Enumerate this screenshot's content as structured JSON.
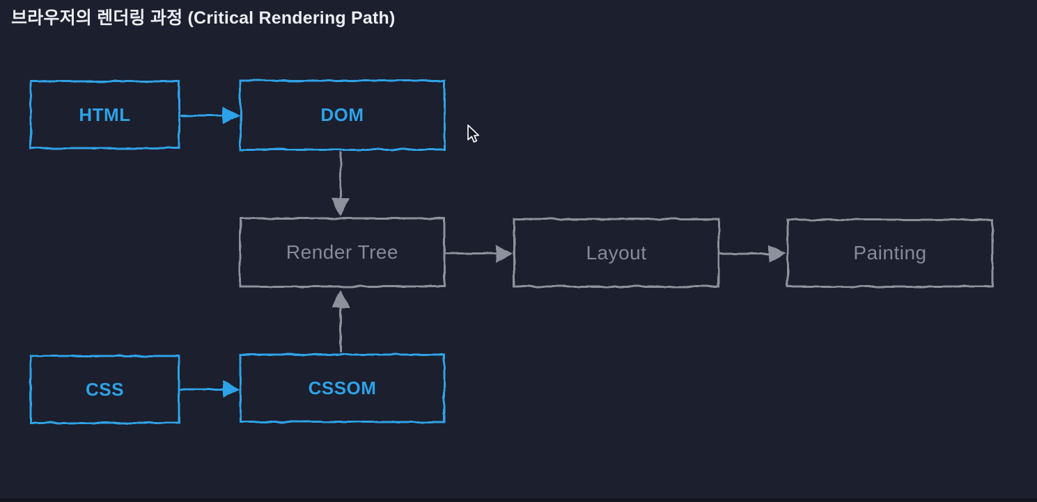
{
  "title": "브라우저의 렌더링 과정 (Critical Rendering Path)",
  "colors": {
    "background": "#1c1f2d",
    "accent_blue": "#2ea2e8",
    "muted_gray": "#8d919b",
    "title_text": "#eceef2"
  },
  "diagram": {
    "nodes": [
      {
        "id": "html",
        "label": "HTML",
        "style": "blue"
      },
      {
        "id": "dom",
        "label": "DOM",
        "style": "blue"
      },
      {
        "id": "render-tree",
        "label": "Render Tree",
        "style": "gray"
      },
      {
        "id": "layout",
        "label": "Layout",
        "style": "gray"
      },
      {
        "id": "painting",
        "label": "Painting",
        "style": "gray"
      },
      {
        "id": "css",
        "label": "CSS",
        "style": "blue"
      },
      {
        "id": "cssom",
        "label": "CSSOM",
        "style": "blue"
      }
    ],
    "edges": [
      {
        "from": "html",
        "to": "dom",
        "color": "blue",
        "direction": "right"
      },
      {
        "from": "css",
        "to": "cssom",
        "color": "blue",
        "direction": "right"
      },
      {
        "from": "dom",
        "to": "render-tree",
        "color": "gray",
        "direction": "down"
      },
      {
        "from": "cssom",
        "to": "render-tree",
        "color": "gray",
        "direction": "up"
      },
      {
        "from": "render-tree",
        "to": "layout",
        "color": "gray",
        "direction": "right"
      },
      {
        "from": "layout",
        "to": "painting",
        "color": "gray",
        "direction": "right"
      }
    ]
  },
  "cursor": {
    "icon": "mouse-pointer"
  }
}
